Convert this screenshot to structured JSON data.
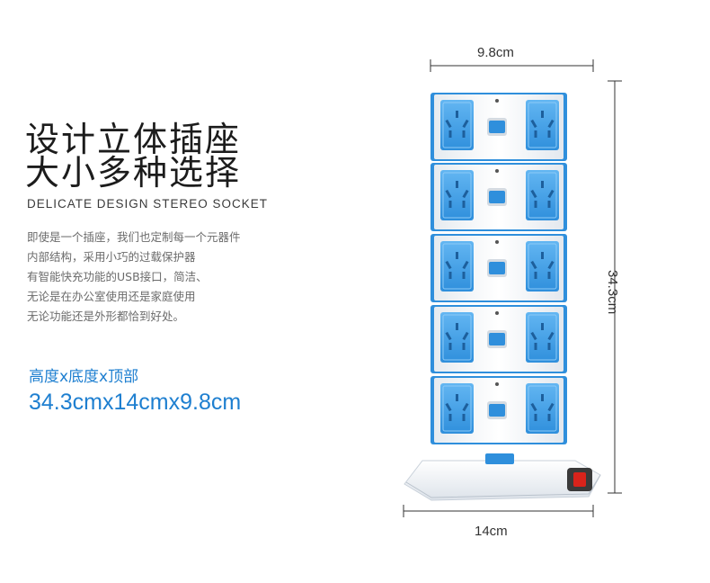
{
  "heading": {
    "line1": "设计立体插座",
    "line2": "大小多种选择",
    "subtitle": "DELICATE DESIGN STEREO SOCKET"
  },
  "description": {
    "lines": [
      "即使是一个插座，我们也定制每一个元器件",
      "内部结构，采用小巧的过载保护器",
      "有智能快充功能的USB接口，简洁、",
      "无论是在办公室使用还是家庭使用",
      "无论功能还是外形都恰到好处。"
    ]
  },
  "dimensions": {
    "label": "高度x底度x顶部",
    "value": "34.3cmx14cmx9.8cm"
  },
  "measurements": {
    "top_width": "9.8cm",
    "height": "34.3cm",
    "base_width": "14cm"
  },
  "colors": {
    "accent": "#1e7fd0",
    "socket_blue": "#3fa0e8",
    "tower_white": "#f4f6f8",
    "power_red": "#d8231b"
  }
}
